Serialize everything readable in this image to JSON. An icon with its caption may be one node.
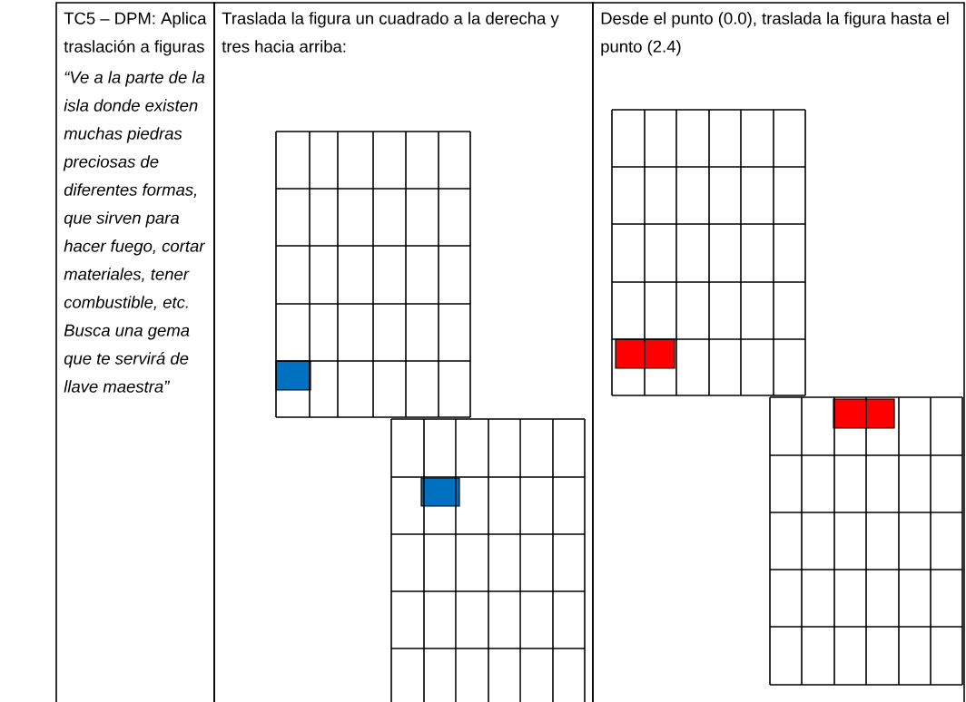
{
  "diagram": {
    "nodes": [
      {
        "text": [
          "TC5 – DPM: Aplica traslación a figuras",
          "“Ve a la parte de la isla donde existen muchas piedras preciosas de diferentes formas, que sirven para hacer fuego, cortar materiales, tener combustible, etc. Busca una gema que te servirá de llave maestra”"
        ]
      },
      {
        "text": [
          "Traslada la figura un cuadrado a la derecha y tres hacia arriba:"
        ]
      },
      {
        "text": [
          "Desde el punto (0.0), traslada la figura hasta el punto (2.4)"
        ]
      }
    ]
  }
}
